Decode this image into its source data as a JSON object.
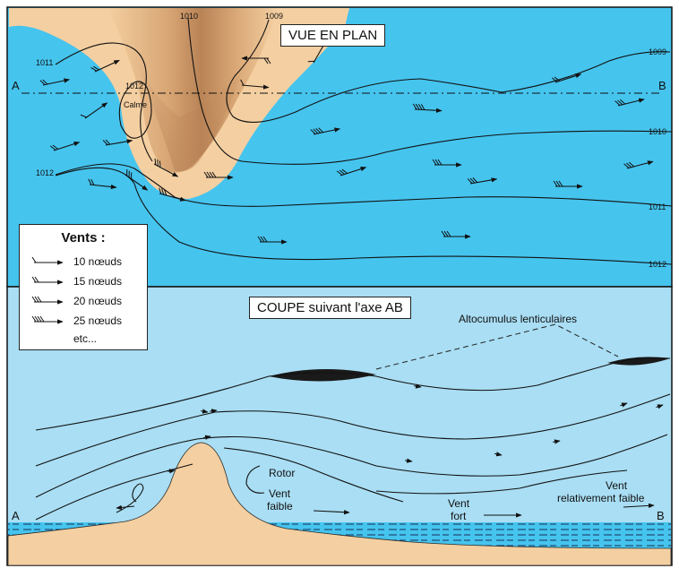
{
  "titles": {
    "plan": "VUE EN PLAN",
    "section": "COUPE suivant l'axe AB"
  },
  "axis_points": {
    "a": "A",
    "b": "B"
  },
  "isobars": {
    "i1009": "1009",
    "i1010": "1010",
    "i1011": "1011",
    "i1012": "1012"
  },
  "calm_label": "Calme",
  "legend": {
    "title": "Vents :",
    "items": [
      {
        "label": "10 nœuds",
        "barbs": 1
      },
      {
        "label": "15 nœuds",
        "barbs": 2
      },
      {
        "label": "20 nœuds",
        "barbs": 3
      },
      {
        "label": "25 nœuds",
        "barbs": 4
      }
    ],
    "etc": "etc..."
  },
  "section_labels": {
    "clouds": "Altocumulus lenticulaires",
    "rotor": "Rotor",
    "weak_wind_1": "Vent",
    "weak_wind_2": "faible",
    "strong_wind_1": "Vent",
    "strong_wind_2": "fort",
    "rel_weak_1": "Vent",
    "rel_weak_2": "relativement faible"
  },
  "colors": {
    "sea_plan": "#45c4ee",
    "sky_section": "#a9def4",
    "land": "#f4cfa1",
    "mountain_dark": "#c79362",
    "cloud": "#1a1a1a"
  }
}
